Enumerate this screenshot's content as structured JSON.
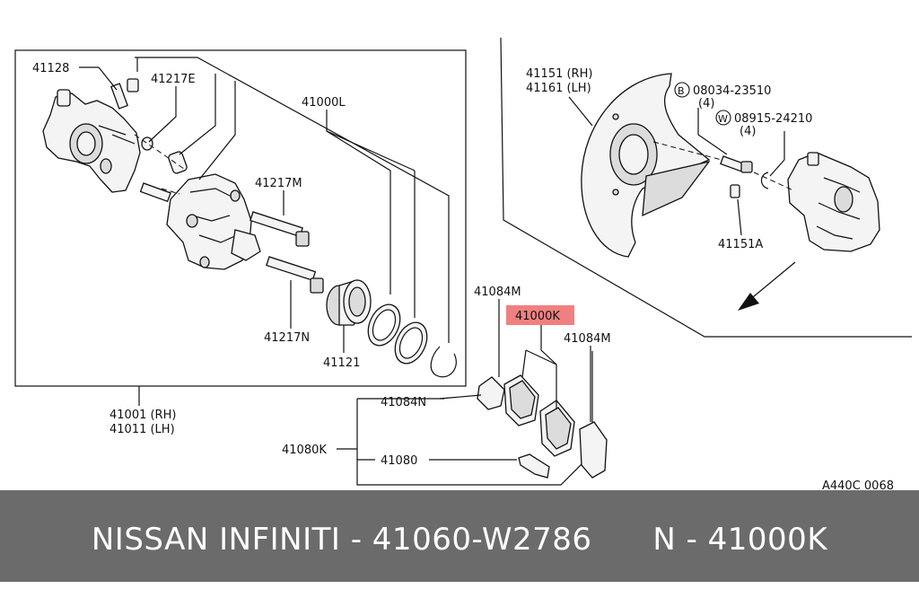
{
  "diagram": {
    "labels": {
      "l41128": "41128",
      "l41217E": "41217E",
      "l41000L": "41000L",
      "l41217M": "41217M",
      "l41217N": "41217N",
      "l41121": "41121",
      "l41001": "41001 (RH)",
      "l41011": "41011 (LH)",
      "l41151": "41151 (RH)",
      "l41161": "41161 (LH)",
      "l08034": "08034-23510",
      "l08034qty": "(4)",
      "l08915": "08915-24210",
      "l08915qty": "(4)",
      "l41151A": "41151A",
      "l41084M_a": "41084M",
      "l41000K": "41000K",
      "l41084M_b": "41084M",
      "l41084N": "41084N",
      "l41080K": "41080K",
      "l41080": "41080",
      "code": "A440C 0068"
    },
    "circled": {
      "b": "B",
      "w": "W"
    },
    "highlight_color": "#f08080"
  },
  "footer": {
    "text": "NISSAN INFINITI - 41060-W2786      N - 41000K",
    "bg_color": "#6b6b6b"
  }
}
